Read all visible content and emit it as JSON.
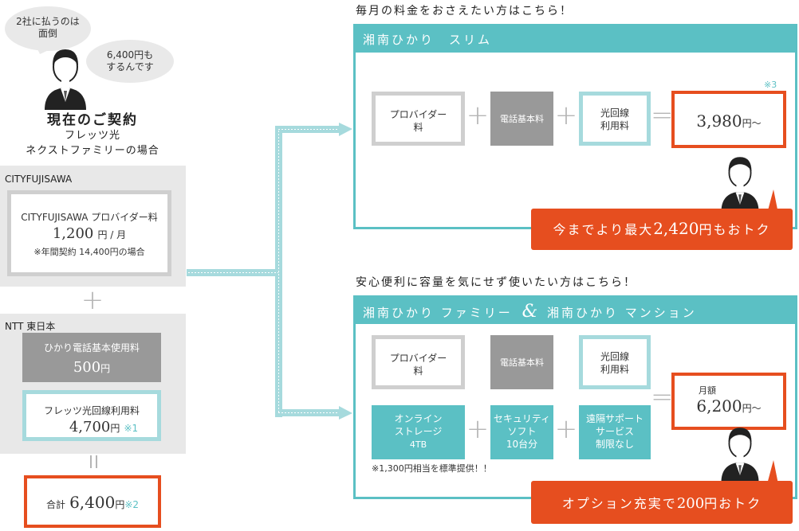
{
  "current": {
    "bubble1": [
      "2社に払うのは",
      "面倒"
    ],
    "bubble2": [
      "6,400円も",
      "するんです"
    ],
    "heading": "現在のご契約",
    "sub1": "フレッツ光",
    "sub2": "ネクストファミリーの場合"
  },
  "city": {
    "label": "CITYFUJISAWA",
    "line1": "CITYFUJISAWA プロバイダー料",
    "amount": "1,200",
    "unit": "円 / 月",
    "note": "※年間契約 14,400円の場合"
  },
  "ntt": {
    "label": "NTT 東日本",
    "phone_label": "ひかり電話基本使用料",
    "phone_amount": "500",
    "phone_unit": "円",
    "line_label": "フレッツ光回線利用料",
    "line_amount": "4,700",
    "line_unit": "円",
    "line_note": "※1"
  },
  "total": {
    "label": "合計",
    "amount": "6,400",
    "unit": "円",
    "note": "※2"
  },
  "slim": {
    "title": "毎月の料金をおさえたい方はこちら！",
    "plan": "湘南ひかり　スリム",
    "provider": [
      "プロバイダー",
      "料"
    ],
    "phone": "電話基本料",
    "line": [
      "光回線",
      "利用料"
    ],
    "note": "※3",
    "price": "3,980",
    "price_unit": "円〜",
    "callout_pre": "今までより最大",
    "callout_num": "2,420",
    "callout_post": "円もおトク"
  },
  "family": {
    "title": "安心便利に容量を気にせず使いたい方はこちら！",
    "plan_a": "湘南ひかり ファミリー",
    "amp": "&",
    "plan_b": "湘南ひかり マンション",
    "provider": [
      "プロバイダー",
      "料"
    ],
    "phone": "電話基本料",
    "line": [
      "光回線",
      "利用料"
    ],
    "storage": [
      "オンライン",
      "ストレージ",
      "4TB"
    ],
    "security": [
      "セキュリティ",
      "ソフト",
      "10台分"
    ],
    "support": [
      "遠隔サポート",
      "サービス",
      "制限なし"
    ],
    "footnote": "※1,300円相当を標準提供！！",
    "price_label": "月額",
    "price": "6,200",
    "price_unit": "円〜",
    "callout_pre": "オプション充実で",
    "callout_num": "200",
    "callout_post": "円おトク"
  }
}
